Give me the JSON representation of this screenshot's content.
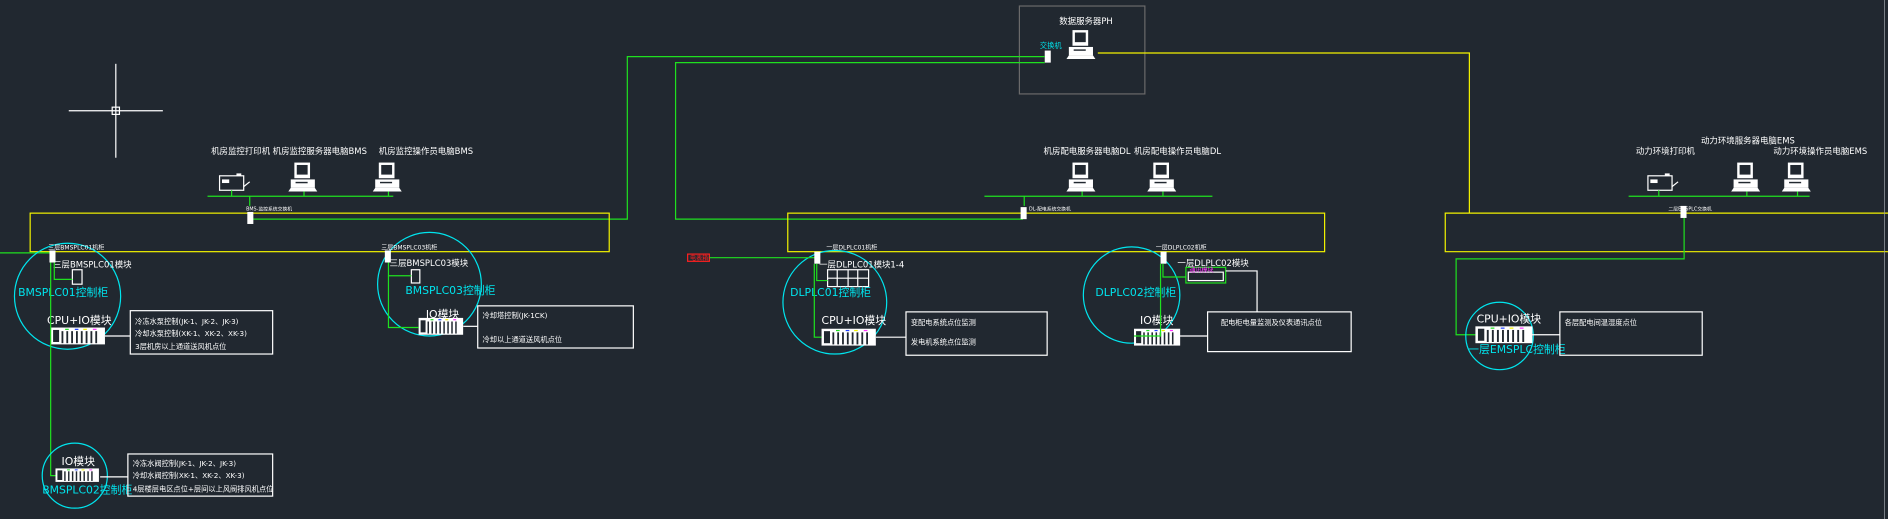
{
  "ph": {
    "label": "数据服务器PH",
    "switch_label": "交换机"
  },
  "bms": {
    "printer_label": "机房监控打印机",
    "server_label": "机房监控服务器电脑BMS",
    "operator_label": "机房监控操作员电脑BMS",
    "switch_label": "BMS-监控系统交换机",
    "plc01": {
      "cabinet": "三层BMSPLC01机柜",
      "module": "三层BMSPLC01模块",
      "control": "BMSPLC01控制柜",
      "io": "CPU+IO模块",
      "notes": [
        "冷冻水泵控制(JK-1、JK-2、JK-3)",
        "冷却水泵控制(XK-1、XK-2、XK-3)",
        "3层机房以上通道送风机点位"
      ]
    },
    "plc02": {
      "io": "IO模块",
      "control": "BMSPLC02控制柜",
      "notes": [
        "冷冻水阀控制(JK-1、JK-2、JK-3)",
        "冷却水阀控制(XK-1、XK-2、XK-3)",
        "4层楼层电区点位+层间以上风阀排风机点位"
      ]
    },
    "plc03": {
      "cabinet": "三层BMSPLC03机柜",
      "module": "三层BMSPLC03模块",
      "control": "BMSPLC03控制柜",
      "io": "IO模块",
      "notes": [
        "冷却塔控制(JK-1CK)",
        "冷却以上通道送风机点位"
      ]
    }
  },
  "dl": {
    "server_label": "机房配电服务器电脑DL",
    "operator_label": "机房配电操作员电脑DL",
    "switch_label": "DL-配电系统交换机",
    "meter_label": "电表箱",
    "plc01": {
      "cabinet": "一层DLPLC01机柜",
      "module": "一层DLPLC01模块1-4",
      "control": "DLPLC01控制柜",
      "io": "CPU+IO模块",
      "notes": [
        "变配电系统点位监测",
        "发电机系统点位监测"
      ]
    },
    "plc02": {
      "cabinet": "一层DLPLC02机柜",
      "module": "一层DLPLC02模块",
      "comm": "通讯模块",
      "control": "DLPLC02控制柜",
      "io": "IO模块",
      "notes": [
        "配电柜电量监测及仪表通讯点位"
      ]
    }
  },
  "ems": {
    "printer_label": "动力环境打印机",
    "server_label": "动力环境服务器电脑EMS",
    "operator_label": "动力环境操作员电脑EMS",
    "switch_label": "二层EMSPLC交换机",
    "plc": {
      "io": "CPU+IO模块",
      "control": "一层EMSPLC控制柜",
      "notes": [
        "各层配电间温湿度点位"
      ]
    }
  },
  "colors": {
    "background": "#212830",
    "network": "#1fe01f",
    "ring": "#f2f200",
    "cabinet": "#00e5ee"
  }
}
